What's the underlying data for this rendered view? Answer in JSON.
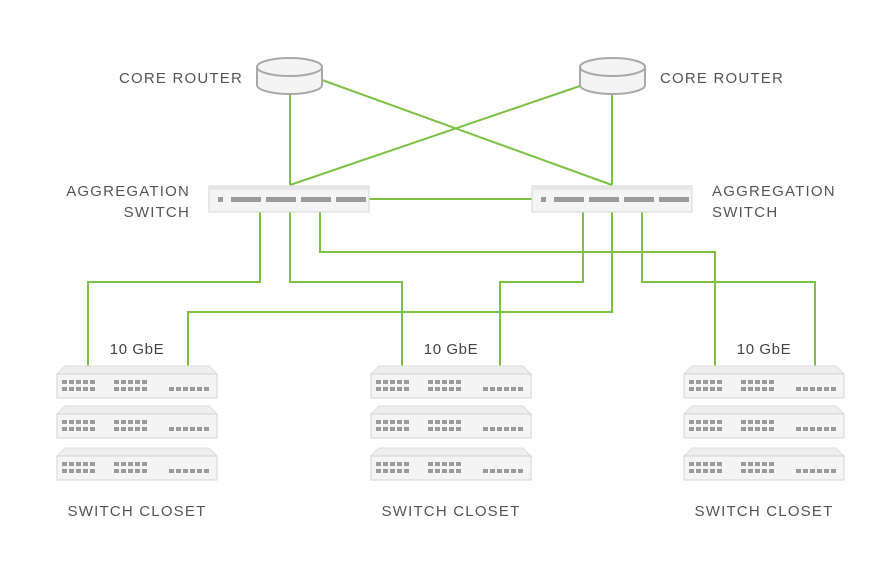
{
  "colors": {
    "link": "#7cc142",
    "device_stroke": "#a9a9a9",
    "device_fill": "#f4f4f4",
    "port": "#9a9a9a",
    "label": "#555555"
  },
  "core_routers": [
    {
      "label": "CORE ROUTER",
      "icon": "router-icon"
    },
    {
      "label": "CORE ROUTER",
      "icon": "router-icon"
    }
  ],
  "aggregation_switches": [
    {
      "label_line1": "AGGREGATION",
      "label_line2": "SWITCH",
      "icon": "switch-icon"
    },
    {
      "label_line1": "AGGREGATION",
      "label_line2": "SWITCH",
      "icon": "switch-icon"
    }
  ],
  "closets": [
    {
      "uplink_label": "10 GbE",
      "label": "SWITCH CLOSET",
      "switch_count": 3
    },
    {
      "uplink_label": "10 GbE",
      "label": "SWITCH CLOSET",
      "switch_count": 3
    },
    {
      "uplink_label": "10 GbE",
      "label": "SWITCH CLOSET",
      "switch_count": 3
    }
  ]
}
